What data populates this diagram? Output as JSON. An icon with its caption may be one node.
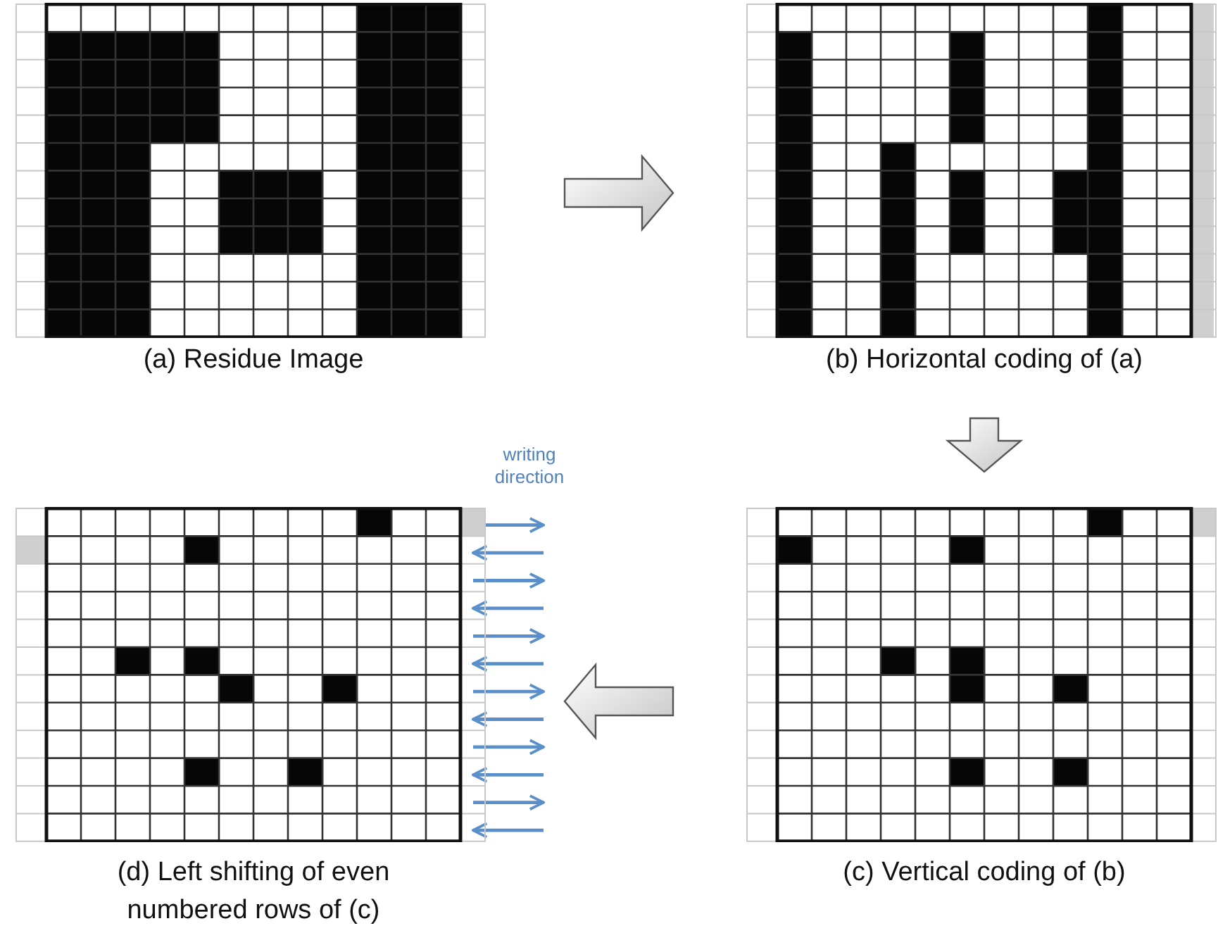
{
  "diagram": {
    "nodes": [
      {
        "text": [
          "(a) Residue Image"
        ]
      },
      {
        "text": [
          "(b) Horizontal coding of (a)"
        ]
      },
      {
        "text": [
          "(c) Vertical coding of (b)"
        ]
      },
      {
        "text": [
          "(d) Left shifting of even numbered rows of (c)"
        ]
      }
    ],
    "edges": [
      {
        "from": 0,
        "to": 1,
        "arrow": "to"
      },
      {
        "from": 1,
        "to": 2,
        "arrow": "to"
      },
      {
        "from": 2,
        "to": 3,
        "arrow": "to"
      }
    ],
    "labels": [
      "writing direction"
    ]
  }
}
